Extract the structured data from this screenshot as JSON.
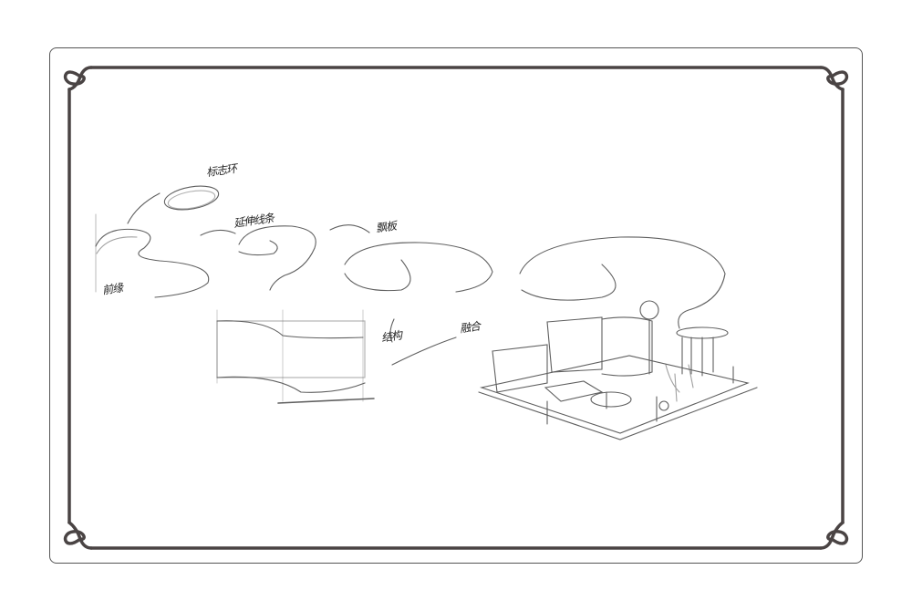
{
  "artwork": {
    "type": "pencil concept sketch",
    "frame_color": "#4a4444",
    "sketch_color": "#333333"
  },
  "labels": {
    "logo_ring": "标志环",
    "extend_line": "延伸线条",
    "floating_board": "飘板",
    "front_edge": "前缘",
    "structure": "结构",
    "fusion": "融合"
  }
}
